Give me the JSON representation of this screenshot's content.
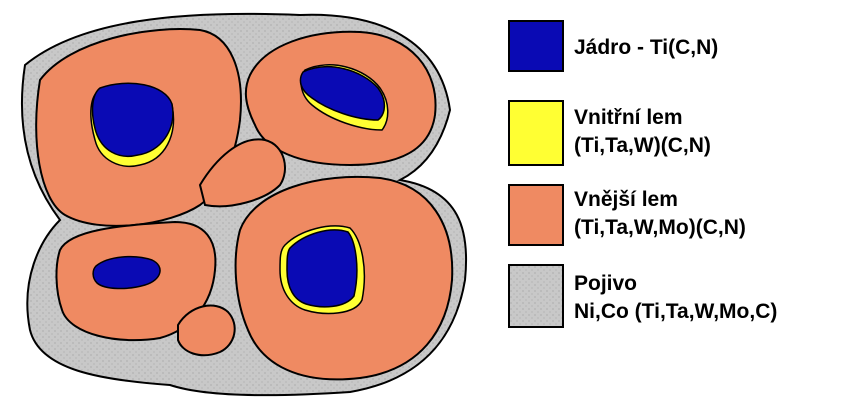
{
  "colors": {
    "core": "#0a0ab4",
    "inner_rim": "#ffff33",
    "outer_rim": "#ef8a62",
    "binder": "#c8c8c8",
    "outline": "#000000"
  },
  "legend": [
    {
      "key": "core",
      "lines": [
        "Jádro - Ti(C,N)"
      ]
    },
    {
      "key": "inner_rim",
      "lines": [
        "Vnitřní lem",
        "(Ti,Ta,W)(C,N)"
      ]
    },
    {
      "key": "outer_rim",
      "lines": [
        "Vnější lem",
        "(Ti,Ta,W,Mo)(C,N)"
      ]
    },
    {
      "key": "binder",
      "lines": [
        "Pojivo",
        "Ni,Co (Ti,Ta,W,Mo,C)"
      ]
    }
  ]
}
